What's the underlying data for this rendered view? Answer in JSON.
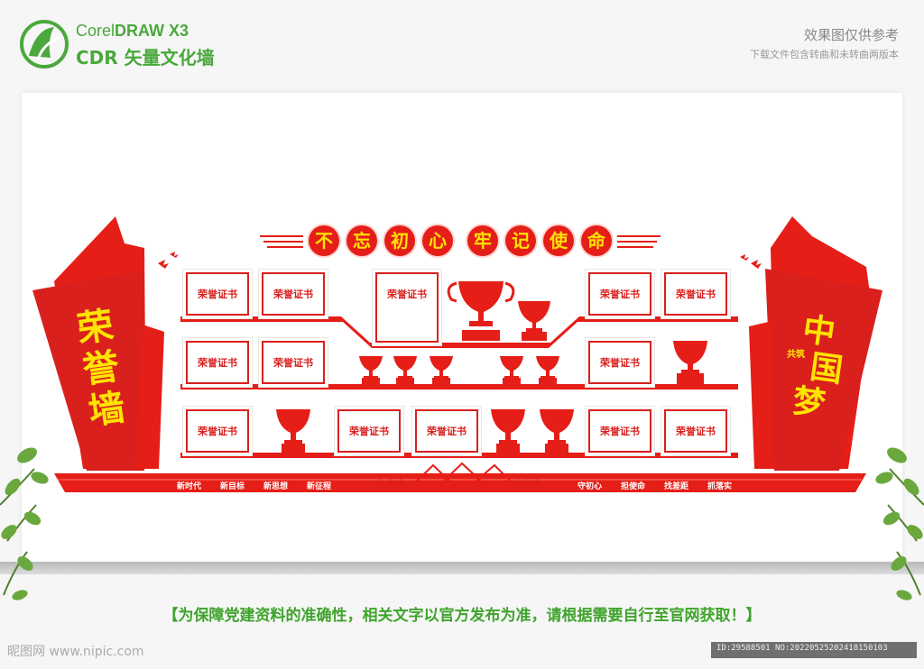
{
  "header": {
    "brand_line1_regular": "Corel",
    "brand_line1_bold": "DRAW X3",
    "brand_line2": "CDR 矢量文化墙",
    "note_line1": "效果图仅供参考",
    "note_line2": "下载文件包含转曲和未转曲两版本"
  },
  "wall": {
    "title_chars": [
      "不",
      "忘",
      "初",
      "心",
      "牢",
      "记",
      "使",
      "命"
    ],
    "left_banner": [
      "荣",
      "誉",
      "墙"
    ],
    "right_banner_main": [
      "中",
      "国",
      "梦"
    ],
    "right_banner_small": "共筑",
    "certificate_label": "荣誉证书",
    "slogans_left": [
      "新时代",
      "新目标",
      "新思想",
      "新征程"
    ],
    "slogans_right": [
      "守初心",
      "担使命",
      "找差距",
      "抓落实"
    ]
  },
  "footer": {
    "disclaimer": "【为保障党建资料的准确性，相关文字以官方发布为准，请根据需要自行至官网获取！】",
    "watermark_left": "昵图网 www.nipic.com",
    "watermark_right": "ID:29588501 NO:20220525202418150103"
  },
  "colors": {
    "red": "#d9201d",
    "yellow": "#ffe400",
    "green": "#4aa83c"
  }
}
